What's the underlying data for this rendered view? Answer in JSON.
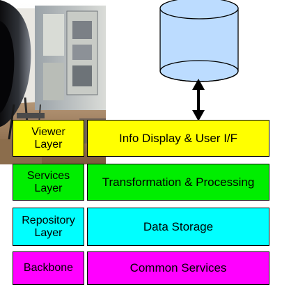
{
  "diagram": {
    "rows": [
      {
        "layer_label": "Viewer\nLayer",
        "function_label": "Info Display & User I/F",
        "color": "#ffff00"
      },
      {
        "layer_label": "Services\nLayer",
        "function_label": "Transformation & Processing",
        "color": "#00ee00"
      },
      {
        "layer_label": "Repository\nLayer",
        "function_label": "Data Storage",
        "color": "#00ffff"
      },
      {
        "layer_label": "Backbone",
        "function_label": "Common Services",
        "color": "#ff00ff"
      }
    ],
    "database_color": "#bcdcff",
    "arrow_color": "#000000"
  }
}
